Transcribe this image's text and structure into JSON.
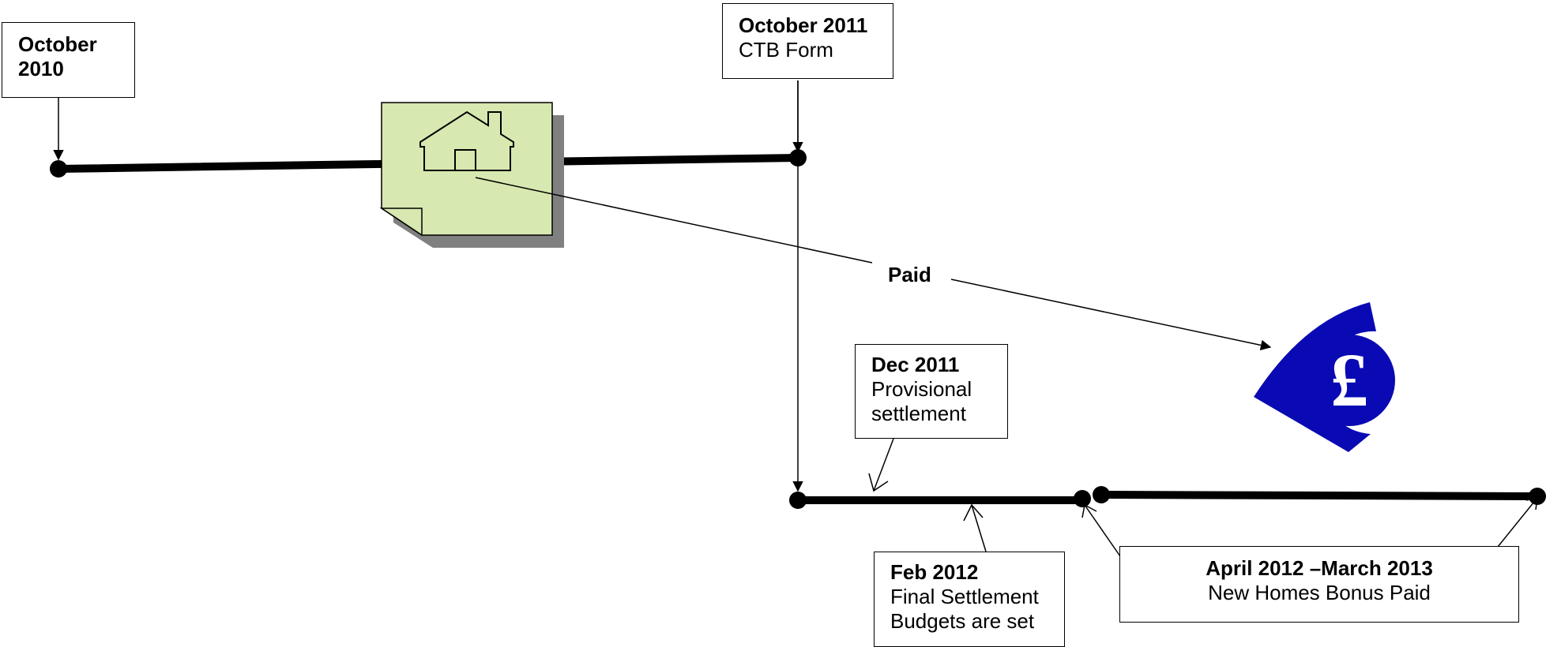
{
  "events": {
    "oct2010": {
      "title": "October 2010"
    },
    "oct2011": {
      "title": "October 2011",
      "text": "CTB Form"
    },
    "dec2011": {
      "title": "Dec 2011",
      "text": "Provisional settlement"
    },
    "feb2012": {
      "title": "Feb 2012",
      "text1": "Final Settlement",
      "text2": "Budgets are set"
    },
    "apr2012": {
      "title": "April 2012 –March 2013",
      "text": "New Homes Bonus Paid"
    }
  },
  "paid_label": "Paid",
  "icons": {
    "house_note": "house-note-icon",
    "pound": "pound-sign-icon"
  },
  "colors": {
    "note_fill": "#d7e8b0",
    "note_shadow": "#808080",
    "pound_blue": "#0a0ab4",
    "line": "#000000"
  }
}
